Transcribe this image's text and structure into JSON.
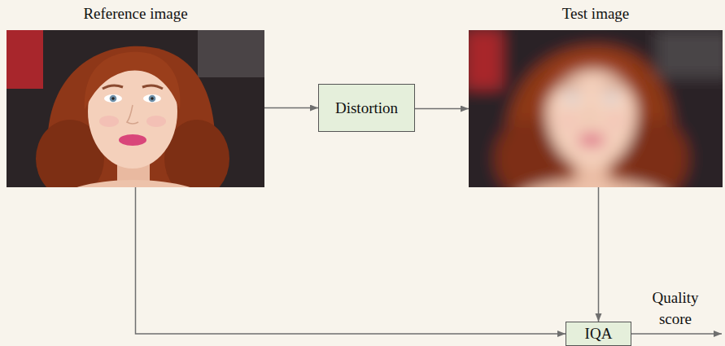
{
  "diagram": {
    "nodes": [
      {
        "text": [
          "Reference image"
        ]
      },
      {
        "text": [
          "Distortion"
        ]
      },
      {
        "text": [
          "Test image"
        ]
      },
      {
        "text": [
          "IQA"
        ]
      }
    ],
    "edges": [
      {
        "from": 0,
        "to": 1,
        "arrow": "to"
      },
      {
        "from": 1,
        "to": 2,
        "arrow": "to"
      },
      {
        "from": 2,
        "to": 3,
        "arrow": "to"
      },
      {
        "from": 0,
        "to": 3,
        "arrow": "to"
      }
    ],
    "labels": [
      "Quality score"
    ]
  }
}
